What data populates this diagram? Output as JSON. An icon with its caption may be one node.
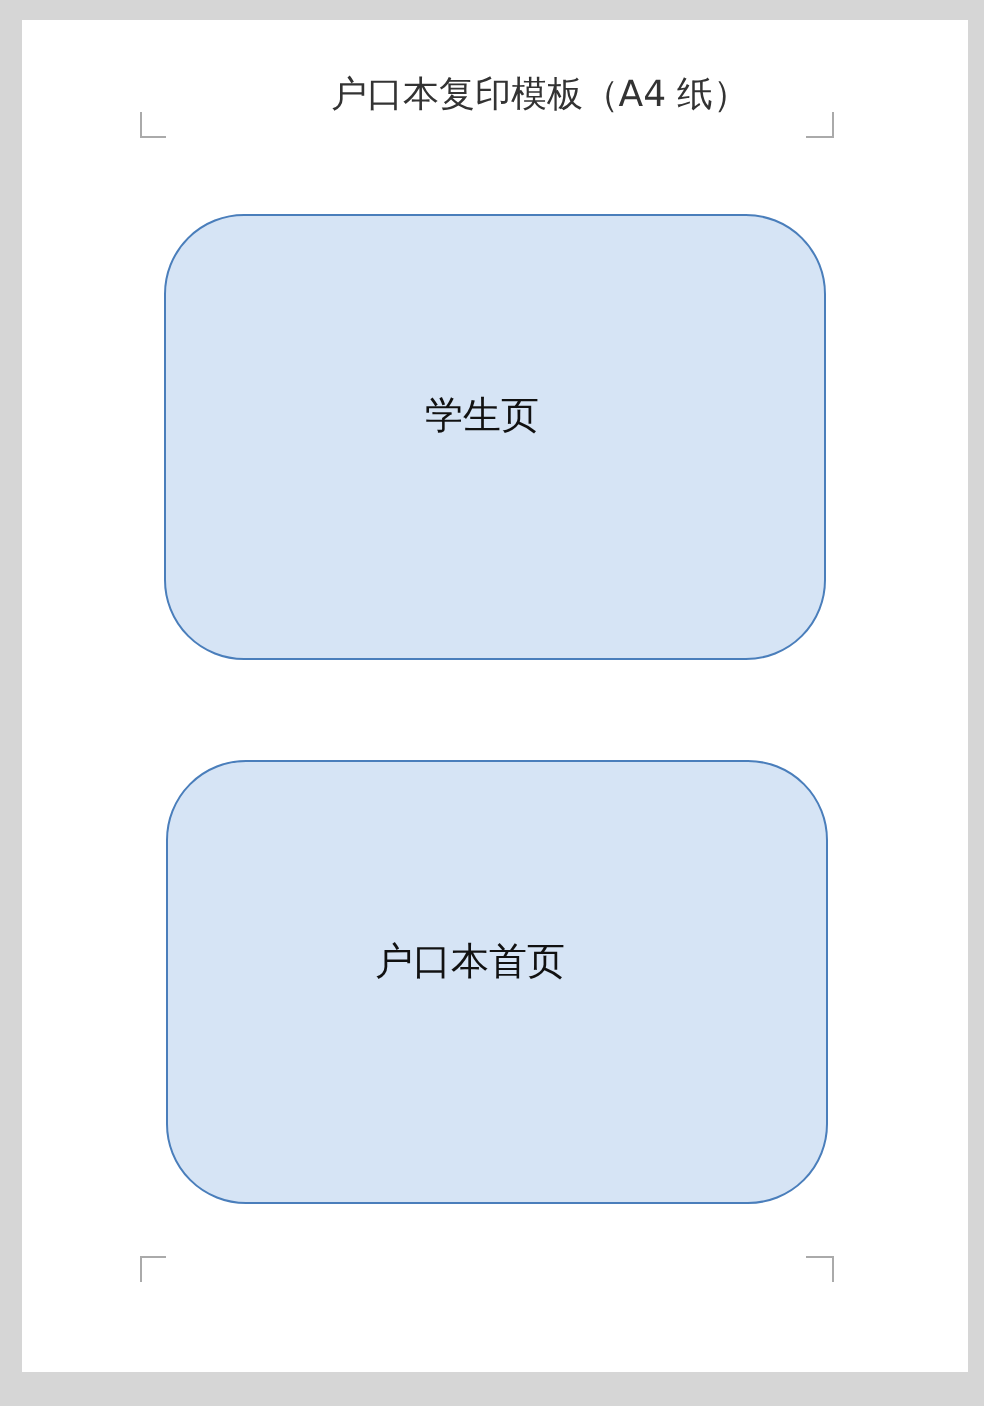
{
  "diagram": {
    "title": "户口本复印模板（A4 纸）",
    "nodes": [
      {
        "text": [
          "学生页"
        ]
      },
      {
        "text": [
          "户口本首页"
        ]
      }
    ]
  }
}
